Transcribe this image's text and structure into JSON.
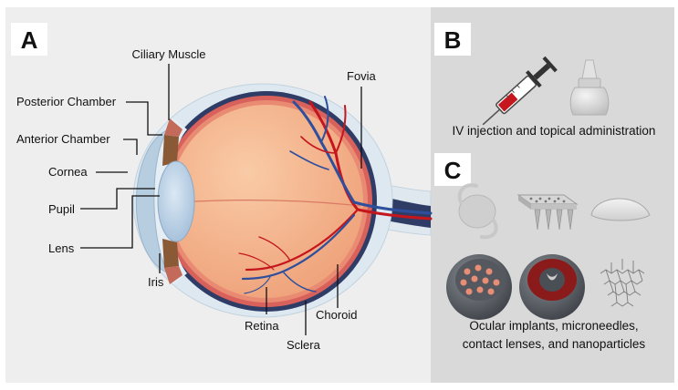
{
  "panels": {
    "a": {
      "letter": "A"
    },
    "b": {
      "letter": "B",
      "caption": "IV injection and topical administration"
    },
    "c": {
      "letter": "C",
      "caption_line1": "Ocular implants, microneedles,",
      "caption_line2": "contact lenses, and nanoparticles"
    }
  },
  "labels": {
    "ciliary_muscle": "Ciliary Muscle",
    "posterior_chamber": "Posterior Chamber",
    "anterior_chamber": "Anterior Chamber",
    "cornea": "Cornea",
    "pupil": "Pupil",
    "lens": "Lens",
    "iris": "Iris",
    "fovia": "Fovia",
    "retina": "Retina",
    "sclera": "Sclera",
    "choroid": "Choroid"
  },
  "colors": {
    "panel_a_bg": "#eeeeee",
    "panel_bc_bg": "#d9d9d9",
    "sclera_outer": "#2f3c66",
    "choroid": "#d9615c",
    "vitreous": "#f3b28a",
    "lens": "#b9d0e6",
    "vessel_red": "#c4161c",
    "vessel_blue": "#2e4f9c",
    "iris_brown": "#8a5a36"
  },
  "icons": [
    "syringe-icon",
    "dropper-bottle-icon",
    "ocular-implant-icon",
    "microneedle-patch-icon",
    "contact-lens-icon",
    "nanoparticle-sphere-icon",
    "nanoparticle-core-shell-icon",
    "polymer-network-icon"
  ]
}
